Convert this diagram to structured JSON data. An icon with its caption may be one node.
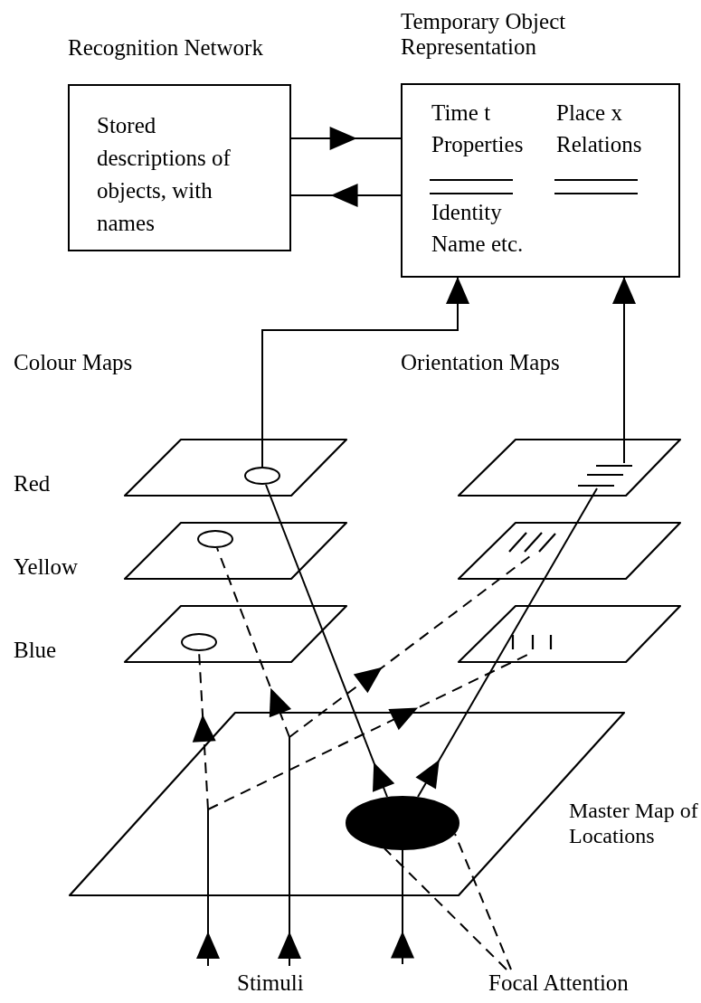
{
  "diagram": {
    "nodes": [
      {
        "text": [
          "Recognition Network",
          "Stored descriptions of objects, with names"
        ]
      },
      {
        "text": [
          "Temporary Object Representation",
          "Time t",
          "Place x",
          "Properties",
          "Relations",
          "Identity",
          "Name etc."
        ]
      },
      {
        "text": [
          "Red"
        ]
      },
      {
        "text": [
          "Yellow"
        ]
      },
      {
        "text": [
          "Blue"
        ]
      },
      {
        "text": [],
        "shape": "parallelogram"
      },
      {
        "text": [],
        "shape": "parallelogram"
      },
      {
        "text": [],
        "shape": "parallelogram"
      },
      {
        "text": [],
        "shape": "circle",
        "in": 2
      },
      {
        "text": [],
        "shape": "lines",
        "in": 5
      },
      {
        "text": [],
        "shape": "circle",
        "in": 3
      },
      {
        "text": [],
        "shape": "lines",
        "in": 6
      },
      {
        "text": [],
        "shape": "circle",
        "in": 4
      },
      {
        "text": [],
        "shape": "lines",
        "in": 7
      },
      {
        "text": [
          "Master Map of Locations"
        ]
      },
      {
        "text": [],
        "shape": "ellipse",
        "in": 14
      },
      {
        "text": [
          "Focal Attention"
        ]
      },
      {
        "text": [
          "Stimuli"
        ]
      }
    ],
    "edges": [
      {
        "from": 0,
        "to": 1,
        "arrow": "to"
      },
      {
        "from": 1,
        "to": 0,
        "arrow": "to"
      },
      {
        "from": 8,
        "to": 1,
        "arrow": "to"
      },
      {
        "from": 9,
        "to": 1,
        "arrow": "to"
      },
      {
        "from": 15,
        "to": 8,
        "arrow": "to"
      },
      {
        "from": 15,
        "to": 9,
        "arrow": "to"
      },
      {
        "from": 17,
        "to": 12,
        "arrow": "to",
        "style": "dashed"
      },
      {
        "from": 17,
        "to": 13,
        "arrow": "to",
        "style": "dashed"
      },
      {
        "from": 17,
        "to": 10,
        "arrow": "to",
        "style": "dashed"
      },
      {
        "from": 17,
        "to": 11,
        "arrow": "to",
        "style": "dashed"
      },
      {
        "from": null,
        "to": 15,
        "arrow": "to"
      },
      {
        "from": 16,
        "to": 15,
        "arrow": "none",
        "style": "dashed"
      },
      {
        "from": 16,
        "to": 15,
        "arrow": "none",
        "style": "dashed"
      }
    ],
    "labels": [
      "Colour Maps",
      "Orientation Maps"
    ]
  }
}
